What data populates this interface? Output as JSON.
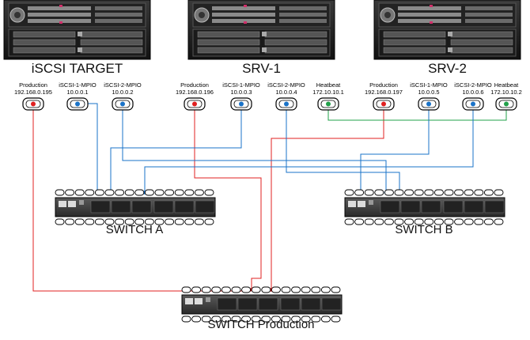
{
  "servers": [
    {
      "name": "iSCSI TARGET"
    },
    {
      "name": "SRV-1"
    },
    {
      "name": "SRV-2"
    }
  ],
  "nics": [
    {
      "name": "Production",
      "ip": "192.168.0.195",
      "color": "#e02020"
    },
    {
      "name": "iSCSI-1-MPIO",
      "ip": "10.0.0.1",
      "color": "#1a73c8"
    },
    {
      "name": "iSCSI-2-MPIO",
      "ip": "10.0.0.2",
      "color": "#1a73c8"
    },
    {
      "name": "Production",
      "ip": "192.168.0.196",
      "color": "#e02020"
    },
    {
      "name": "iSCSI-1-MPIO",
      "ip": "10.0.0.3",
      "color": "#1a73c8"
    },
    {
      "name": "iSCSI-2-MPIO",
      "ip": "10.0.0.4",
      "color": "#1a73c8"
    },
    {
      "name": "Heatbeat",
      "ip": "172.10.10.1",
      "color": "#22a04a"
    },
    {
      "name": "Production",
      "ip": "192.168.0.197",
      "color": "#e02020"
    },
    {
      "name": "iSCSI-1-MPIO",
      "ip": "10.0.0.5",
      "color": "#1a73c8"
    },
    {
      "name": "iSCSI-2-MPIO",
      "ip": "10.0.0.6",
      "color": "#1a73c8"
    },
    {
      "name": "Heatbeat",
      "ip": "172.10.10.2",
      "color": "#22a04a"
    }
  ],
  "switches": [
    {
      "name": "SWITCH A"
    },
    {
      "name": "SWITCH B"
    },
    {
      "name": "SWITCH Production"
    }
  ],
  "colors": {
    "production": "#e02020",
    "iscsi": "#1a73c8",
    "heartbeat": "#22a04a"
  }
}
